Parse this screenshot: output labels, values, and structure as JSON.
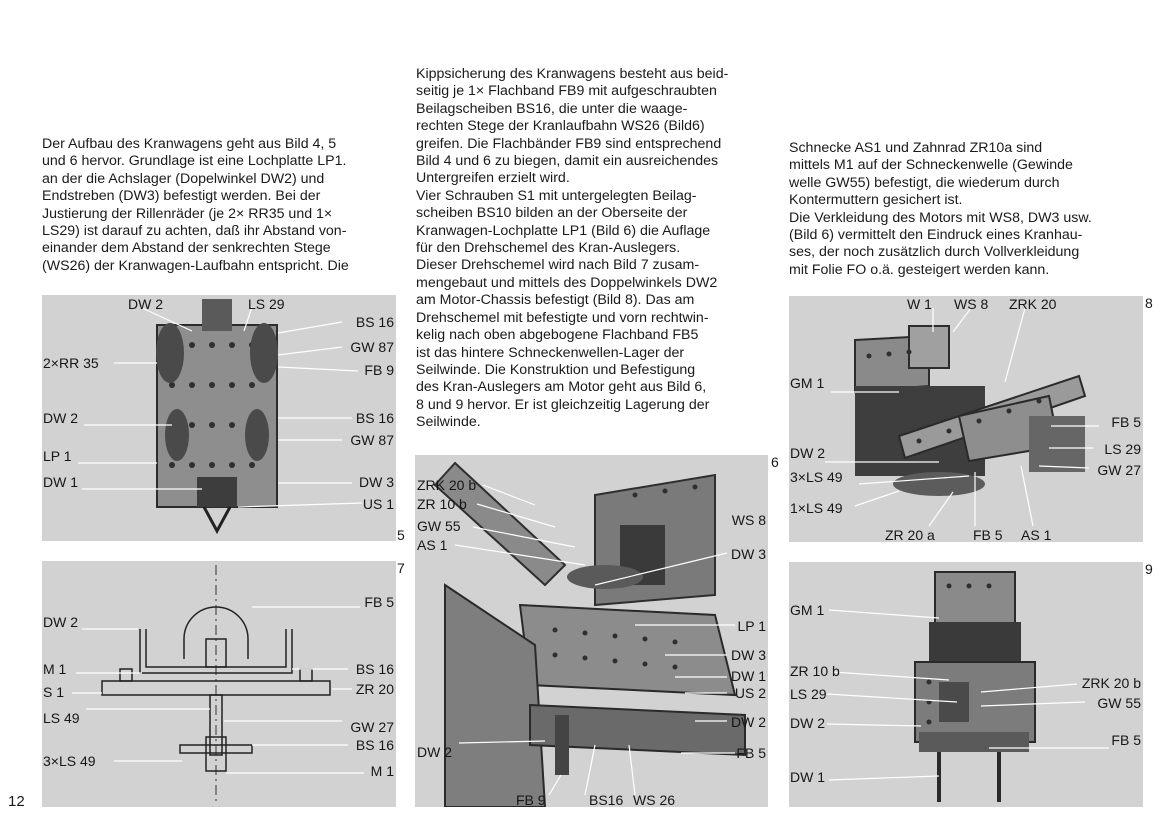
{
  "page_number": "12",
  "text": {
    "col1": "Der Aufbau des Kranwagens geht aus Bild 4, 5\nund 6 hervor. Grundlage ist eine Lochplatte LP1.\nan der die Achslager (Dopelwinkel DW2) und\nEndstreben (DW3) befestigt werden. Bei der\nJustierung der Rillenräder (je 2× RR35 und 1×\nLS29) ist darauf zu achten, daß ihr Abstand von-\neinander dem Abstand der senkrechten Stege\n(WS26) der Kranwagen-Laufbahn entspricht. Die",
    "col2": "Kippsicherung des Kranwagens besteht aus beid-\nseitig je 1× Flachband FB9 mit aufgeschraubten\nBeilagscheiben BS16, die unter die waage-\nrechten Stege der Kranlaufbahn WS26 (Bild6)\ngreifen. Die Flachbänder FB9 sind entsprechend\nBild 4 und 6 zu biegen, damit ein ausreichendes\nUntergreifen erzielt wird.\nVier Schrauben S1 mit untergelegten Beilag-\nscheiben BS10 bilden an der Oberseite der\nKranwagen-Lochplatte LP1 (Bild 6) die Auflage\nfür den Drehschemel des Kran-Auslegers.\nDieser Drehschemel wird nach Bild 7 zusam-\nmengebaut und mittels des Doppelwinkels DW2\nam Motor-Chassis befestigt (Bild 8). Das am\nDrehschemel mit befestigte und vorn rechtwin-\nkelig nach oben abgebogene Flachband FB5\nist das hintere Schneckenwellen-Lager der\nSeilwinde. Die Konstruktion und Befestigung\ndes Kran-Auslegers am Motor geht aus Bild 6,\n8 und 9 hervor. Er ist gleichzeitig Lagerung der\nSeilwinde.",
    "col3": "Schnecke AS1 und Zahnrad ZR10a sind\nmittels M1 auf der Schneckenwelle (Gewinde\nwelle GW55) befestigt, die wiederum durch\nKontermuttern gesichert ist.\nDie Verkleidung des Motors mit WS8, DW3 usw.\n(Bild 6) vermittelt den Eindruck eines Kranhau-\nses, der noch zusätzlich durch Vollverkleidung\nmit Folie FO o.ä. gesteigert werden kann."
  },
  "figures": {
    "f5": {
      "number": "5",
      "labels": [
        "DW 2",
        "LS 29",
        "BS 16",
        "2×RR 35",
        "GW 87",
        "FB 9",
        "DW 2",
        "BS 16",
        "GW 87",
        "LP 1",
        "DW 1",
        "DW 3",
        "US 1"
      ]
    },
    "f7": {
      "number": "7",
      "labels": [
        "FB 5",
        "DW 2",
        "M 1",
        "BS 16",
        "S 1",
        "ZR 20",
        "LS 49",
        "GW 27",
        "BS 16",
        "3×LS 49",
        "M 1"
      ]
    },
    "f6": {
      "number": "6",
      "labels": [
        "ZRK 20 b",
        "ZR 10 b",
        "GW 55",
        "AS 1",
        "WS 8",
        "DW 3",
        "LP 1",
        "DW 3",
        "DW 1",
        "US 2",
        "DW 2",
        "DW 2",
        "FB 5",
        "FB 9",
        "BS16",
        "WS 26"
      ]
    },
    "f8": {
      "number": "8",
      "labels": [
        "W 1",
        "WS 8",
        "ZRK 20",
        "GM 1",
        "FB 5",
        "DW 2",
        "LS 29",
        "3×LS 49",
        "GW 27",
        "1×LS 49",
        "ZR 20 a",
        "FB 5",
        "AS 1"
      ]
    },
    "f9": {
      "number": "9",
      "labels": [
        "GM 1",
        "ZR 10 b",
        "ZRK 20 b",
        "LS 29",
        "GW 55",
        "DW 2",
        "FB 5",
        "DW 1"
      ]
    }
  },
  "colors": {
    "panel": "#d2d2d2",
    "metal": "#9a9a9a",
    "dark": "#3a3a3a",
    "line": "#ffffff"
  }
}
